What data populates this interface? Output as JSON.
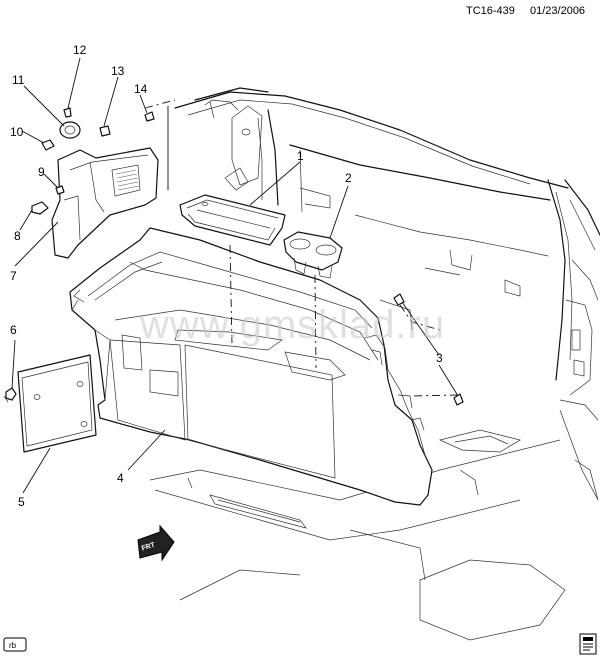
{
  "header": {
    "code": "TC16-439",
    "date": "01/23/2006"
  },
  "watermark": "www.gmsklad.ru",
  "callouts": [
    {
      "id": "1",
      "label": "1"
    },
    {
      "id": "2",
      "label": "2"
    },
    {
      "id": "3",
      "label": "3"
    },
    {
      "id": "4",
      "label": "4"
    },
    {
      "id": "5",
      "label": "5"
    },
    {
      "id": "6",
      "label": "6"
    },
    {
      "id": "7",
      "label": "7"
    },
    {
      "id": "8",
      "label": "8"
    },
    {
      "id": "9",
      "label": "9"
    },
    {
      "id": "10",
      "label": "10"
    },
    {
      "id": "11",
      "label": "11"
    },
    {
      "id": "12",
      "label": "12"
    },
    {
      "id": "13",
      "label": "13"
    },
    {
      "id": "14",
      "label": "14"
    }
  ],
  "front_arrow": "FRT",
  "footer": {
    "left_badge": "rb"
  }
}
